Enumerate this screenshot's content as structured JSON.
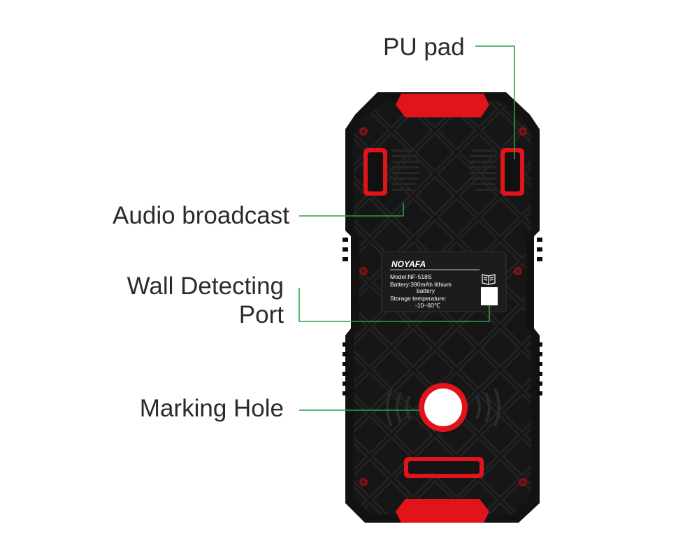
{
  "callouts": {
    "pu_pad": "PU pad",
    "audio_broadcast": "Audio broadcast",
    "wall_detecting_line1": "Wall Detecting",
    "wall_detecting_line2": "Port",
    "marking_hole": "Marking Hole"
  },
  "label_panel": {
    "brand": "NOYAFA",
    "model": "Model:NF-518S",
    "battery_line1": "Battery:390mAh lithium",
    "battery_line2": "battery",
    "storage_line1": "Storage temperature:",
    "storage_line2": "-10~60℃"
  },
  "colors": {
    "body": "#151515",
    "accent_red": "#e0141a",
    "leader_green": "#2e9e4c",
    "label_bg": "#1c1c1c"
  },
  "icons": [
    "manual-book-icon",
    "speaker-grille-icon",
    "marking-hole-icon",
    "screw-icon"
  ]
}
